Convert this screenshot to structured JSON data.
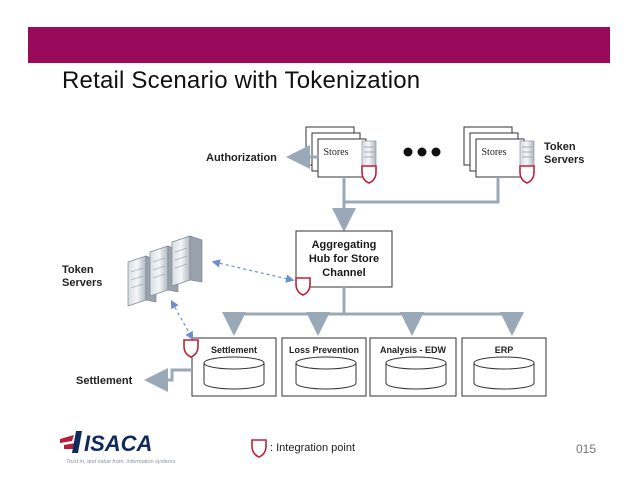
{
  "slide": {
    "title": "Retail Scenario with Tokenization",
    "page_number": "015"
  },
  "diagram": {
    "authorization_label": "Authorization",
    "token_servers_top_label": "Token\nServers",
    "token_servers_left_label": "Token\nServers",
    "stores_left_label": "Stores",
    "stores_right_label": "Stores",
    "hub_label": "Aggregating\nHub for Store\nChannel",
    "settlement_box_label": "Settlement",
    "loss_prevention_label": "Loss Prevention",
    "analysis_label": "Analysis - EDW",
    "erp_label": "ERP",
    "settlement_out_label": "Settlement"
  },
  "legend": {
    "text": ": Integration point"
  },
  "logo": {
    "name": "ISACA",
    "tagline": "Trust in, and value from, information systems"
  },
  "colors": {
    "banner": "#990b5a",
    "integration_point": "#c0213a",
    "connector": "#9aa9b8",
    "dashed_link": "#6c8fc9"
  }
}
